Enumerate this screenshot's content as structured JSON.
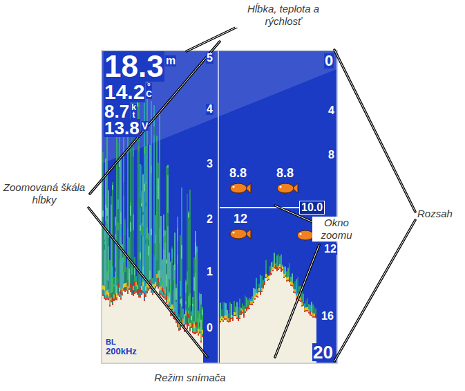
{
  "diagram": {
    "labels": [
      "Hĺbka, teplota a rýchlosť",
      "Zoomovaná škála hĺbky",
      "Okno zoomu",
      "Rozsah",
      "Režim snímača",
      "18.3",
      "m",
      "14.2",
      "°C",
      "8.7",
      "kt",
      "13.8",
      "V",
      "5",
      "4",
      "3",
      "2",
      "1",
      "0",
      "0",
      "4",
      "8",
      "10.0",
      "12",
      "16",
      "20",
      "8.8",
      "8.8",
      "12",
      "BL",
      "200kHz"
    ]
  }
}
